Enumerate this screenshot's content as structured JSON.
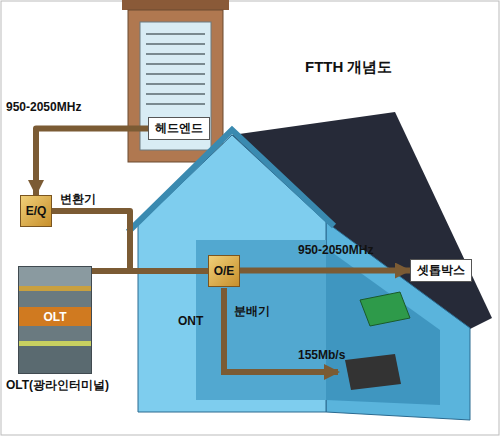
{
  "diagram": {
    "title": "FTTH 개념도",
    "nodes": [
      {
        "text": [
          "헤드엔드"
        ]
      },
      {
        "text": [
          "E/Q"
        ]
      },
      {
        "text": [
          "OLT",
          "OLT(광라인터미널)"
        ]
      },
      {
        "text": [
          "O/E"
        ]
      },
      {
        "text": [
          "셋톱박스"
        ]
      }
    ],
    "edges": [
      {
        "from": 0,
        "to": 1,
        "arrow": "to",
        "label": "950-2050MHz"
      },
      {
        "from": 1,
        "to": 3,
        "arrow": "none"
      },
      {
        "from": 2,
        "to": 3,
        "arrow": "none"
      },
      {
        "from": 3,
        "to": 4,
        "arrow": "to",
        "label": "950-2050MHz"
      }
    ],
    "labels": [
      "변환기",
      "ONT",
      "분배기",
      "155Mb/s"
    ]
  }
}
